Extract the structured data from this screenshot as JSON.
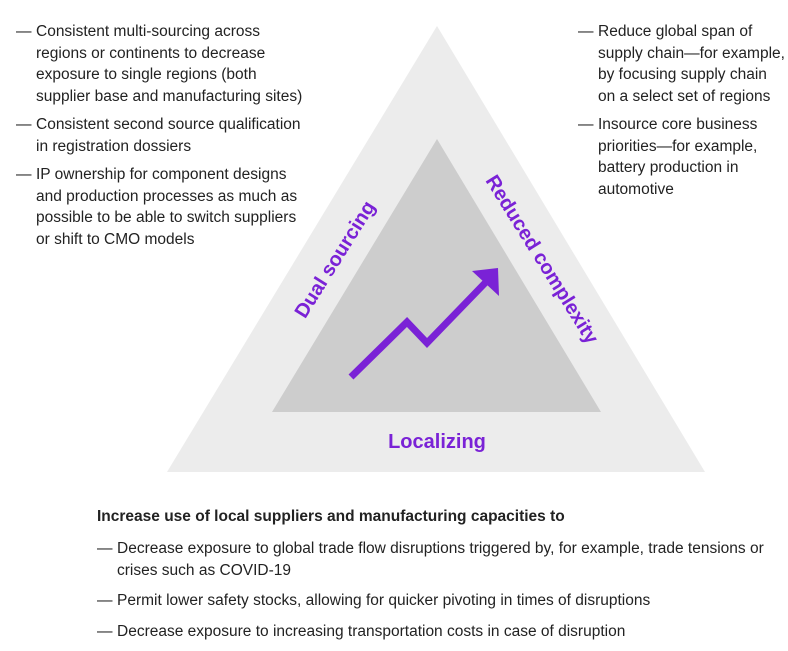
{
  "left_points": [
    "Consistent multi-sourcing across regions or continents to decrease exposure to single regions (both supplier base and manufacturing sites)",
    "Consistent second source qualification in registration dossiers",
    "IP ownership for component designs and production processes as much as possible to be able to switch suppliers or shift to CMO models"
  ],
  "right_points": [
    "Reduce global span of supply chain—for example, by focusing supply chain on a select set of regions",
    "Insource core business priorities—for example, battery production in automotive"
  ],
  "diagram": {
    "label_left": "Dual sourcing",
    "label_right": "Reduced complexity",
    "label_bottom": "Localizing",
    "accent_color": "#7a22d6",
    "outer_fill": "#ececec",
    "inner_fill": "#cdcdcd"
  },
  "bottom": {
    "heading": "Increase use of local suppliers and manufacturing capacities to",
    "points": [
      "Decrease exposure to global trade flow disruptions triggered by, for example, trade tensions or crises such as COVID-19",
      "Permit lower safety stocks, allowing for quicker pivoting in times of disruptions",
      "Decrease exposure to increasing transportation costs in case of disruption"
    ]
  }
}
